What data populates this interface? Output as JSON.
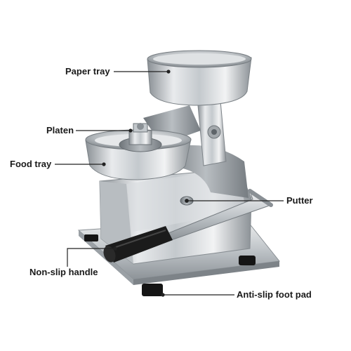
{
  "labels": {
    "paper_tray": "Paper tray",
    "platen": "Platen",
    "food_tray": "Food tray",
    "putter": "Putter",
    "non_slip_handle": "Non-slip handle",
    "anti_slip_foot_pad": "Anti-slip foot pad"
  },
  "colors": {
    "background": "#ffffff",
    "steel_light": "#e8eaec",
    "steel_mid": "#b7bcc0",
    "steel_dark": "#7d8388",
    "handle_grip": "#1b1b1b",
    "foot_pad": "#151515",
    "leader_line": "#222222"
  }
}
